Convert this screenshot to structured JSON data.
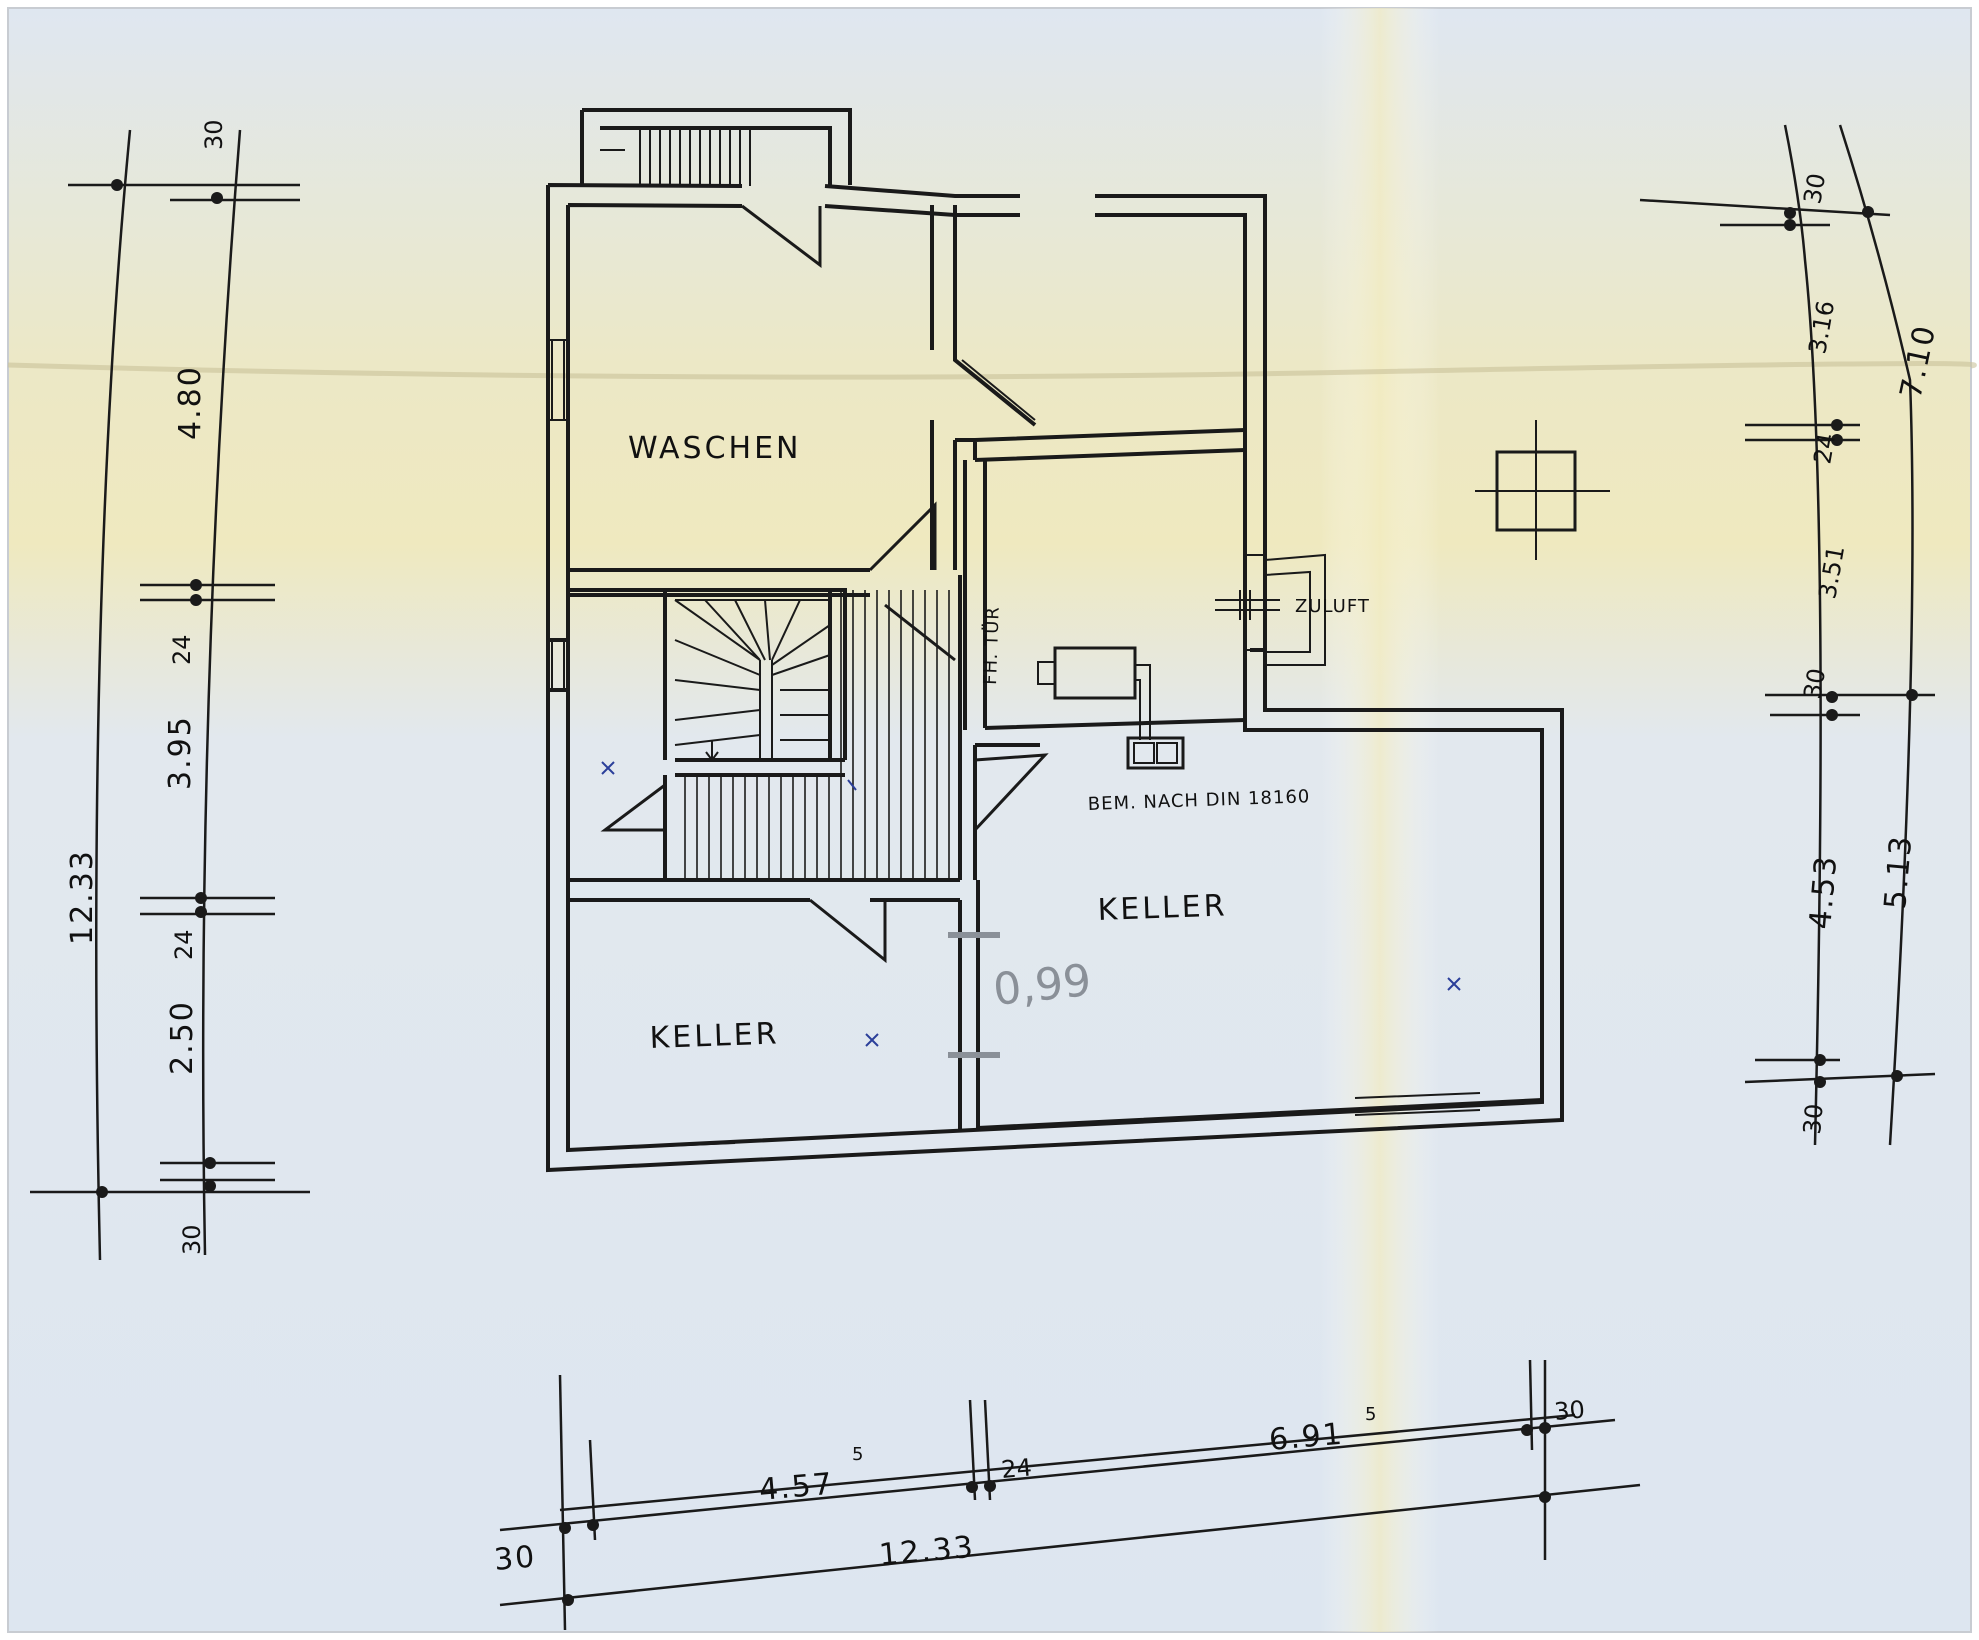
{
  "rooms": {
    "waschen": "WASCHEN",
    "keller_small": "KELLER",
    "keller_large": "KELLER"
  },
  "annotations": {
    "door": "FH. TÜR",
    "air": "ZULUFT",
    "vent_note": "BEM. NACH DIN 18160",
    "pencil_value": "0,99"
  },
  "dimensions": {
    "left": {
      "total": "12.33",
      "segments": [
        "30",
        "4.80",
        "24",
        "3.95",
        "24",
        "2.50",
        "30"
      ]
    },
    "right": {
      "total_upper": "7.10",
      "total_lower": "5.13",
      "segments": [
        "30",
        "3.16",
        "24",
        "3.51",
        "30",
        "4.53",
        "30"
      ]
    },
    "bottom": {
      "total": "12.33",
      "segments": [
        "30",
        "4.57",
        "5",
        "24",
        "6.91",
        "5",
        "30"
      ]
    }
  },
  "colors": {
    "paper": "#dde6f0",
    "paper_yellow": "#efe9c0",
    "ink": "#1a1a1a",
    "pen": "#2b3f9a",
    "pencil": "#8a9098"
  }
}
